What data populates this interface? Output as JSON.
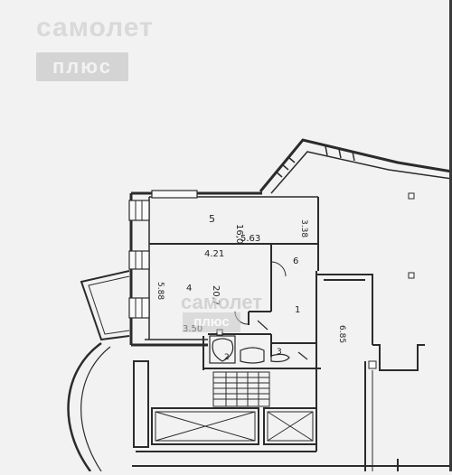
{
  "watermark": {
    "brand": "самолет",
    "badge": "плюс"
  },
  "plan": {
    "room_top": {
      "number": "5",
      "area": "16,0",
      "width": "5.63",
      "side": "3.38"
    },
    "room_main": {
      "number": "4",
      "area": "20,7",
      "width": "4.21",
      "side": "5.88",
      "bottom": "3.50"
    },
    "hall": {
      "number": "6"
    },
    "corridor": {
      "number": "1",
      "length": "6.85"
    },
    "bath": {
      "number": "2"
    },
    "wc": {
      "number": "3"
    }
  }
}
